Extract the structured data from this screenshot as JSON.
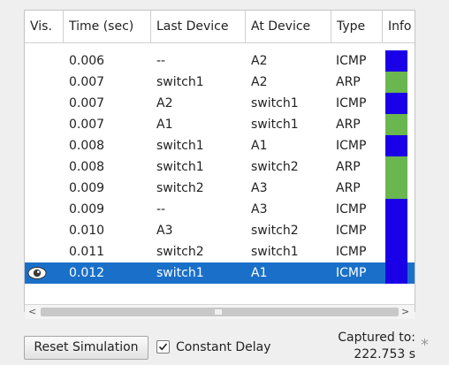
{
  "table": {
    "columns": [
      "Vis.",
      "Time (sec)",
      "Last Device",
      "At Device",
      "Type",
      "Info"
    ],
    "rows": [
      {
        "vis": "",
        "time": "0.006",
        "last": "--",
        "at": "A2",
        "type": "ICMP",
        "info_color": "#1a00e6",
        "selected": false
      },
      {
        "vis": "",
        "time": "0.007",
        "last": "switch1",
        "at": "A2",
        "type": "ARP",
        "info_color": "#6ab64f",
        "selected": false
      },
      {
        "vis": "",
        "time": "0.007",
        "last": "A2",
        "at": "switch1",
        "type": "ICMP",
        "info_color": "#1a00e6",
        "selected": false
      },
      {
        "vis": "",
        "time": "0.007",
        "last": "A1",
        "at": "switch1",
        "type": "ARP",
        "info_color": "#6ab64f",
        "selected": false
      },
      {
        "vis": "",
        "time": "0.008",
        "last": "switch1",
        "at": "A1",
        "type": "ICMP",
        "info_color": "#1a00e6",
        "selected": false
      },
      {
        "vis": "",
        "time": "0.008",
        "last": "switch1",
        "at": "switch2",
        "type": "ARP",
        "info_color": "#6ab64f",
        "selected": false
      },
      {
        "vis": "",
        "time": "0.009",
        "last": "switch2",
        "at": "A3",
        "type": "ARP",
        "info_color": "#6ab64f",
        "selected": false
      },
      {
        "vis": "",
        "time": "0.009",
        "last": "--",
        "at": "A3",
        "type": "ICMP",
        "info_color": "#1a00e6",
        "selected": false
      },
      {
        "vis": "",
        "time": "0.010",
        "last": "A3",
        "at": "switch2",
        "type": "ICMP",
        "info_color": "#1a00e6",
        "selected": false
      },
      {
        "vis": "",
        "time": "0.011",
        "last": "switch2",
        "at": "switch1",
        "type": "ICMP",
        "info_color": "#1a00e6",
        "selected": false
      },
      {
        "vis": "eye-icon",
        "time": "0.012",
        "last": "switch1",
        "at": "A1",
        "type": "ICMP",
        "info_color": "#1a00e6",
        "selected": true
      }
    ],
    "selection_color": "#1a70c9"
  },
  "scrollbars": {
    "vertical": {
      "position": 0.95
    },
    "horizontal": {
      "position": 0.0
    }
  },
  "footer": {
    "reset_label": "Reset Simulation",
    "constant_delay_label": "Constant Delay",
    "constant_delay_checked": true,
    "captured_label": "Captured to:",
    "captured_value": "222.753 s",
    "asterisk": "*"
  }
}
